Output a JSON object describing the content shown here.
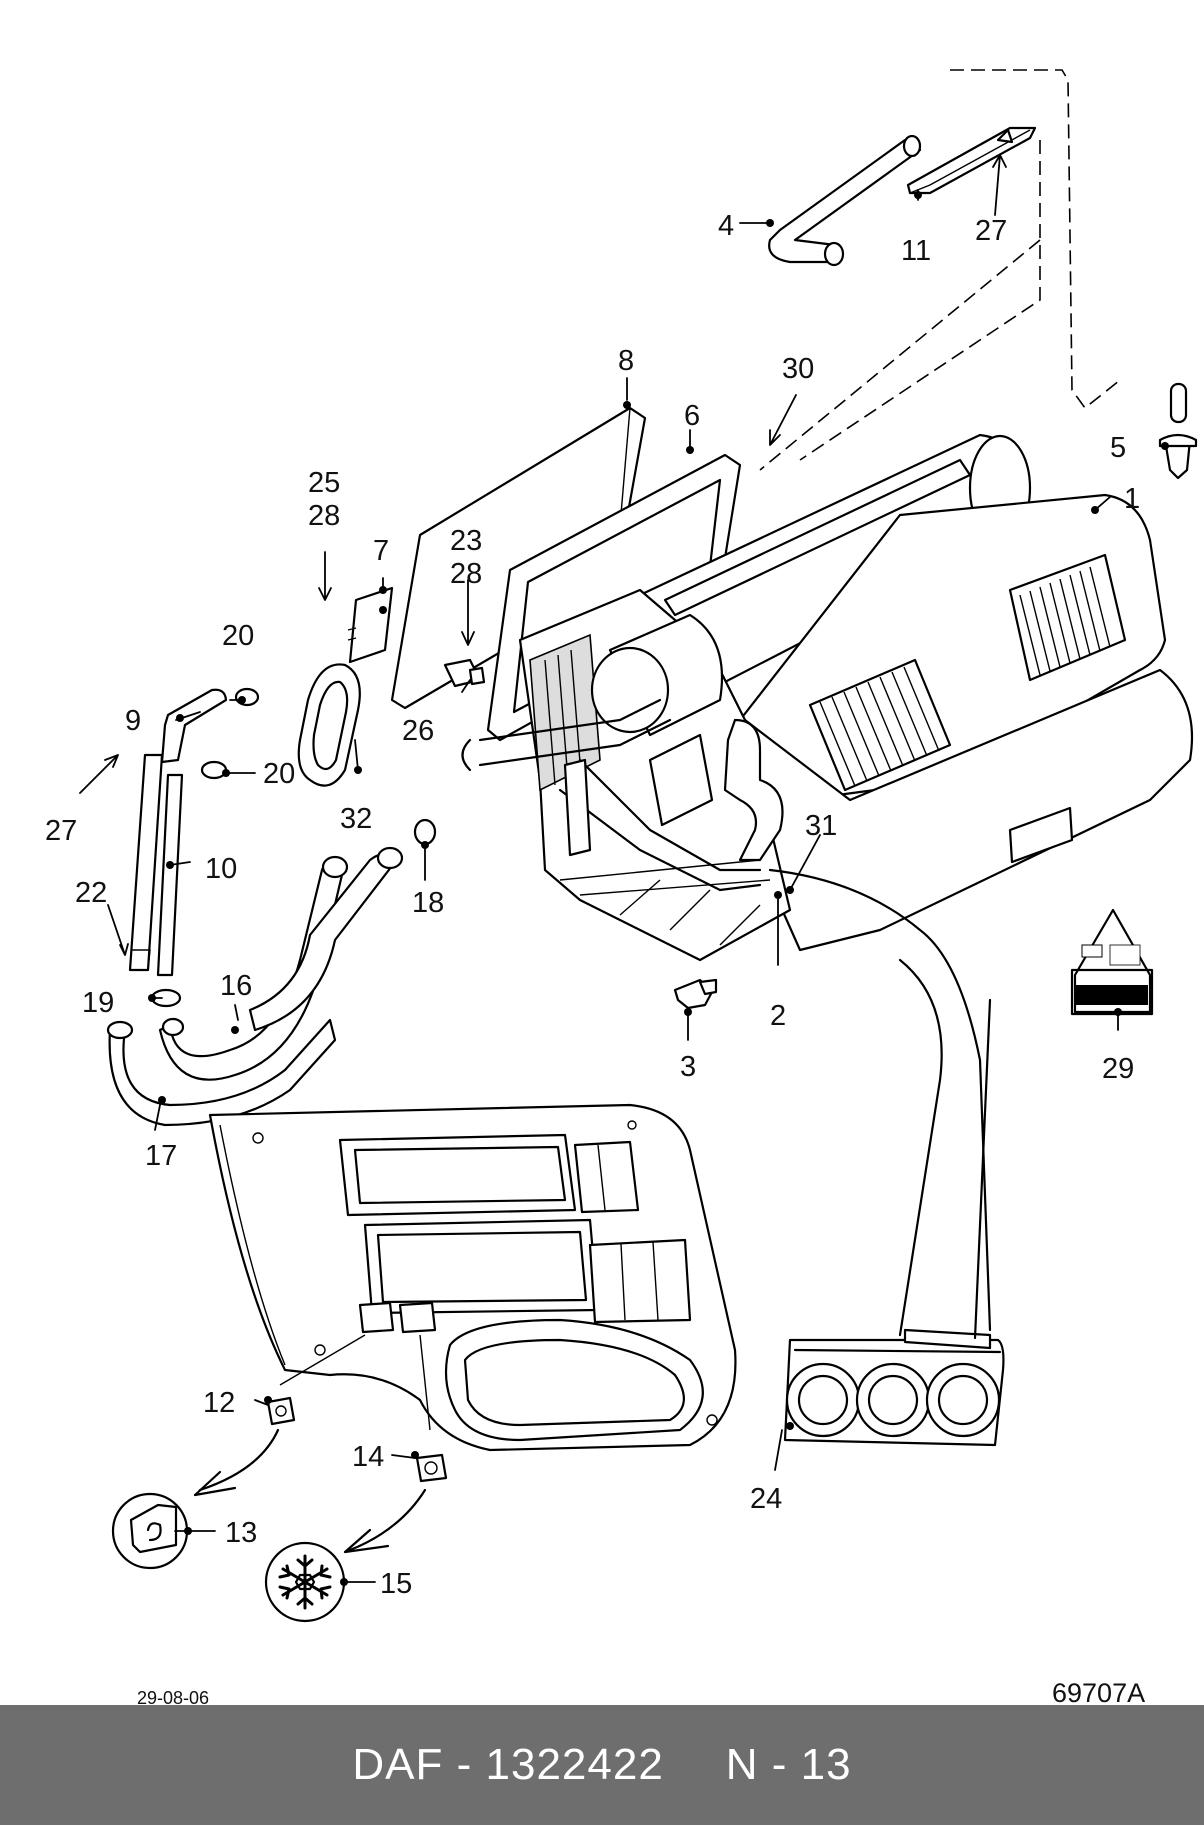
{
  "diagram": {
    "date": "29-08-06",
    "reference": "69707A",
    "callouts": [
      "1",
      "2",
      "3",
      "4",
      "5",
      "6",
      "7",
      "8",
      "9",
      "10",
      "11",
      "12",
      "13",
      "14",
      "15",
      "16",
      "17",
      "18",
      "19",
      "20",
      "20",
      "22",
      "23\n28",
      "24",
      "25\n28",
      "26",
      "27",
      "27",
      "29",
      "30",
      "31",
      "32"
    ],
    "parts": {
      "c1": "1",
      "c2": "2",
      "c3": "3",
      "c4": "4",
      "c5": "5",
      "c6": "6",
      "c7": "7",
      "c8": "8",
      "c9": "9",
      "c10": "10",
      "c11": "11",
      "c12": "12",
      "c13": "13",
      "c14": "14",
      "c15": "15",
      "c16": "16",
      "c17": "17",
      "c18": "18",
      "c19": "19",
      "c20a": "20",
      "c20b": "20",
      "c22": "22",
      "c23": "23",
      "c28a": "28",
      "c24": "24",
      "c25": "25",
      "c28b": "28",
      "c26": "26",
      "c27a": "27",
      "c27b": "27",
      "c29": "29",
      "c30": "30",
      "c31": "31",
      "c32": "32"
    }
  },
  "footer": {
    "brand": "DAF",
    "separator": "-",
    "part_number": "1322422",
    "section": "N - 13"
  }
}
